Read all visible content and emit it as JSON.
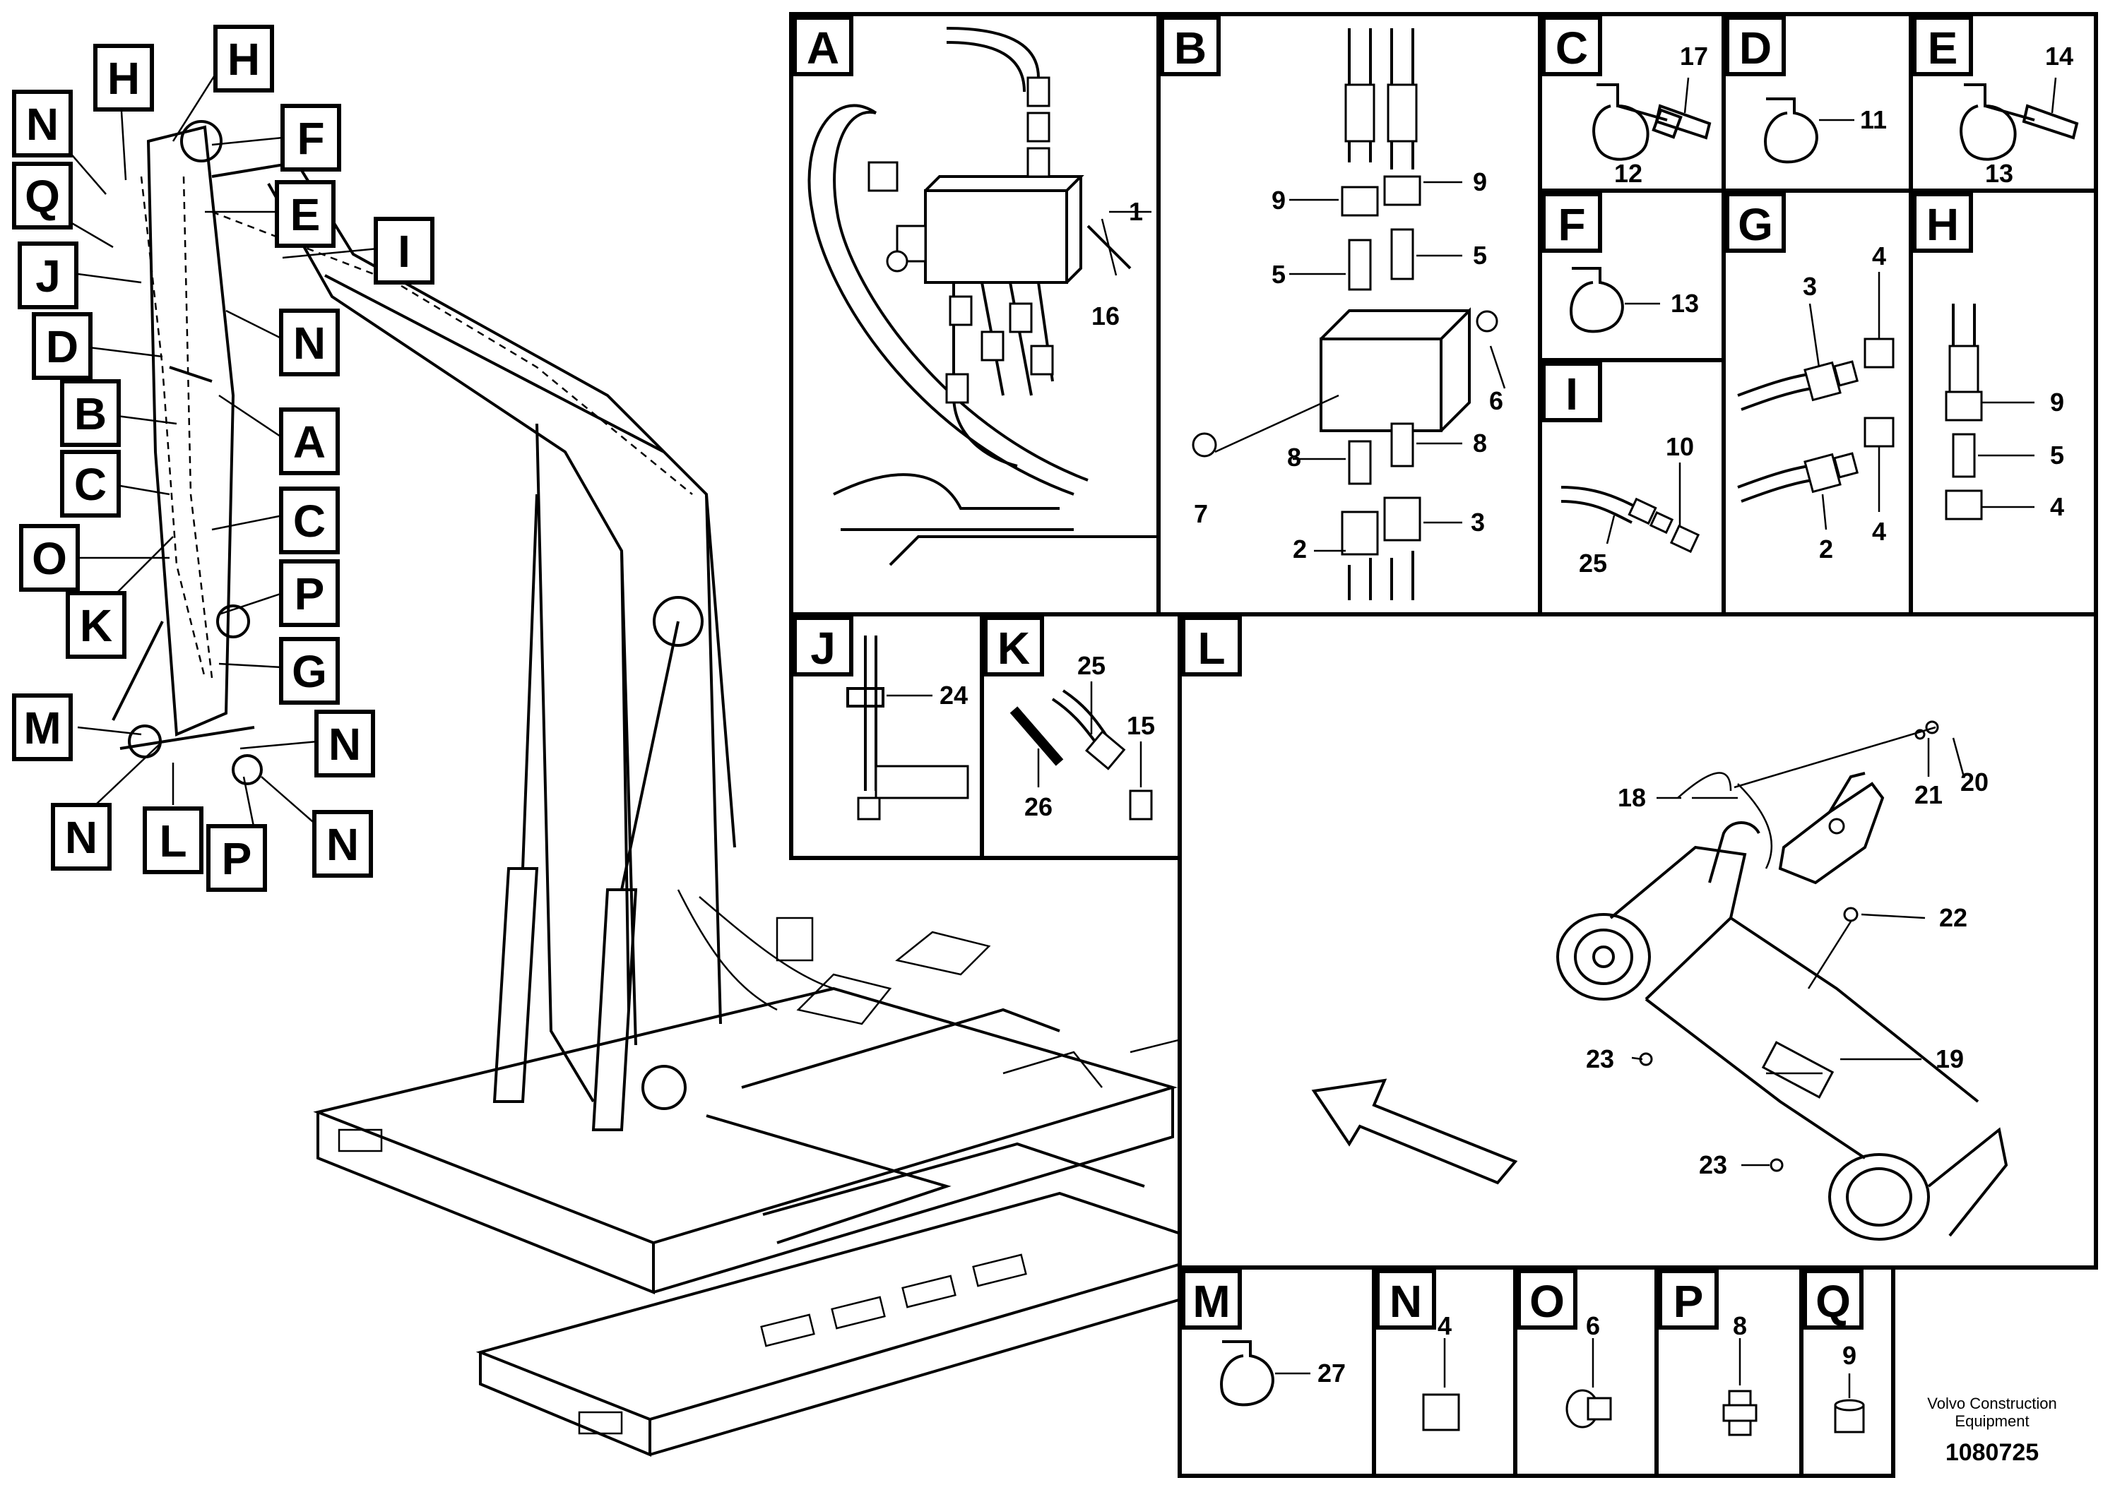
{
  "footer": {
    "company_line1": "Volvo Construction",
    "company_line2": "Equipment",
    "doc_number": "1080725"
  },
  "overview_callouts": [
    "N",
    "H",
    "H",
    "F",
    "Q",
    "E",
    "I",
    "J",
    "D",
    "N",
    "B",
    "A",
    "C",
    "C",
    "O",
    "P",
    "K",
    "G",
    "M",
    "N",
    "N",
    "L",
    "P",
    "N"
  ],
  "panels": {
    "A": {
      "title": "A",
      "parts": [
        "1",
        "16"
      ]
    },
    "B": {
      "title": "B",
      "parts": [
        "9",
        "9",
        "5",
        "5",
        "6",
        "8",
        "8",
        "7",
        "2",
        "3"
      ]
    },
    "C": {
      "title": "C",
      "parts": [
        "17",
        "12"
      ]
    },
    "D": {
      "title": "D",
      "parts": [
        "11"
      ]
    },
    "E": {
      "title": "E",
      "parts": [
        "14",
        "13"
      ]
    },
    "F": {
      "title": "F",
      "parts": [
        "13"
      ]
    },
    "G": {
      "title": "G",
      "parts": [
        "3",
        "4",
        "2",
        "4"
      ]
    },
    "H": {
      "title": "H",
      "parts": [
        "9",
        "5",
        "4"
      ]
    },
    "I": {
      "title": "I",
      "parts": [
        "10",
        "25"
      ]
    },
    "J": {
      "title": "J",
      "parts": [
        "24"
      ]
    },
    "K": {
      "title": "K",
      "parts": [
        "25",
        "15",
        "26"
      ]
    },
    "L": {
      "title": "L",
      "parts": [
        "18",
        "21",
        "20",
        "22",
        "23",
        "19",
        "23"
      ]
    },
    "M": {
      "title": "M",
      "parts": [
        "27"
      ]
    },
    "N": {
      "title": "N",
      "parts": [
        "4"
      ]
    },
    "O": {
      "title": "O",
      "parts": [
        "6"
      ]
    },
    "P": {
      "title": "P",
      "parts": [
        "8"
      ]
    },
    "Q": {
      "title": "Q",
      "parts": [
        "9"
      ]
    }
  }
}
